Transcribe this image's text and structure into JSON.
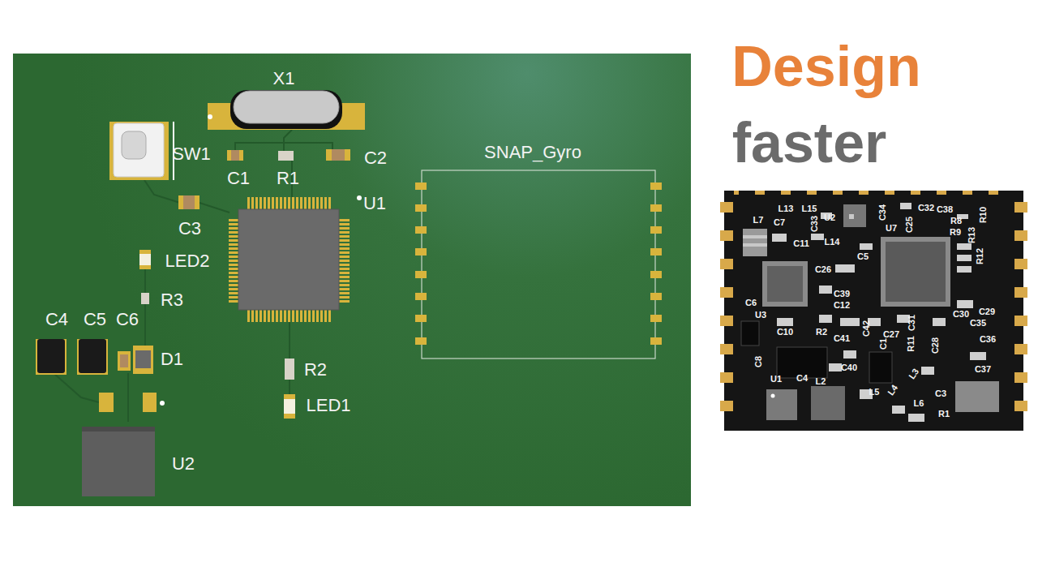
{
  "diagram": {
    "labels": [
      "X1",
      "SW1",
      "C1",
      "R1",
      "C2",
      "U1",
      "C3",
      "LED2",
      "R3",
      "C4",
      "C5",
      "C6",
      "D1",
      "R2",
      "LED1",
      "U2",
      "SNAP_Gyro",
      "Design",
      "faster",
      "L13",
      "L15",
      "U2",
      "C34",
      "C32",
      "C38",
      "R8",
      "R10",
      "C7",
      "C33",
      "C25",
      "U7",
      "R9",
      "R13",
      "L7",
      "C11",
      "L14",
      "C5",
      "R12",
      "C26",
      "C39",
      "C6",
      "C12",
      "C30",
      "C29",
      "U3",
      "C10",
      "R2",
      "C41",
      "C42",
      "C27",
      "C31",
      "C35",
      "R11",
      "C28",
      "C36",
      "C8",
      "C40",
      "C1",
      "U1",
      "C4",
      "L2",
      "L3",
      "C37",
      "L5",
      "L4",
      "C3",
      "L6",
      "R1"
    ]
  }
}
